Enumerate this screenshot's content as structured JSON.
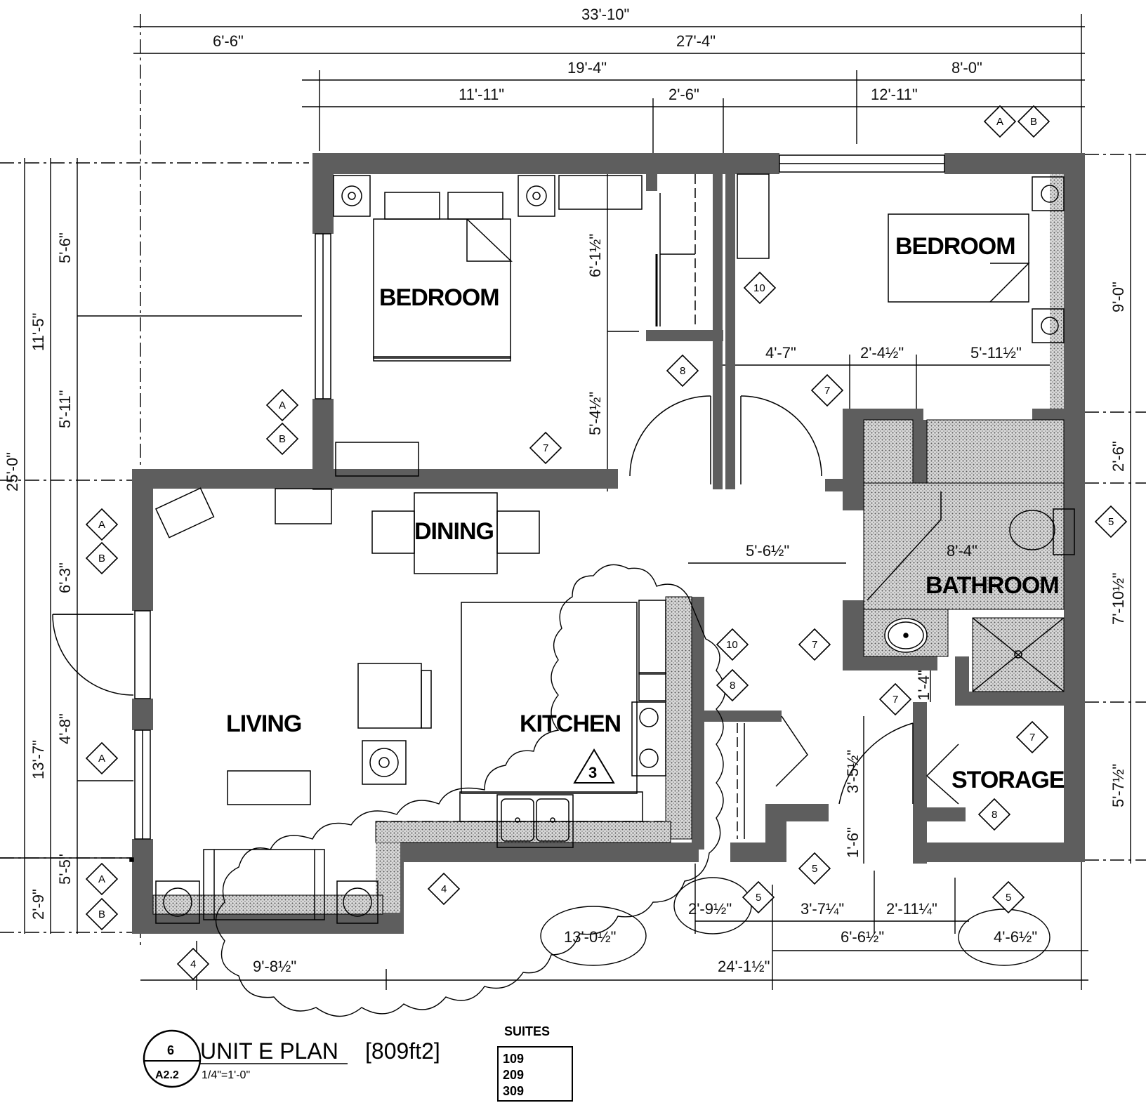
{
  "rooms": {
    "bedroom1": "BEDROOM",
    "bedroom2": "BEDROOM",
    "dining": "DINING",
    "living": "LIVING",
    "kitchen": "KITCHEN",
    "bathroom": "BATHROOM",
    "storage": "STORAGE"
  },
  "dimensions": {
    "overall_width": "33'-10\"",
    "left_offset": "6'-6\"",
    "right_width": "27'-4\"",
    "mid_width": "19'-4\"",
    "right_part": "8'-0\"",
    "d_11_11": "11'-11\"",
    "d_2_6_top": "2'-6\"",
    "d_12_11": "12'-11\"",
    "left_overall": "25'-0\"",
    "left_upper": "11'-5\"",
    "left_lower": "13'-7\"",
    "left_5_6": "5'-6\"",
    "left_5_11": "5'-11\"",
    "left_6_3": "6'-3\"",
    "left_4_8": "4'-8\"",
    "left_5_5": "5'-5\"",
    "left_2_9": "2'-9\"",
    "right_9_0": "9'-0\"",
    "right_2_6": "2'-6\"",
    "right_7_10": "7'-10½\"",
    "right_5_7": "5'-7½\"",
    "inner_6_1": "6'-1½\"",
    "inner_5_4": "5'-4½\"",
    "inner_4_7": "4'-7\"",
    "inner_2_4": "2'-4½\"",
    "inner_5_11": "5'-11½\"",
    "inner_5_6": "5'-6½\"",
    "inner_8_4": "8'-4\"",
    "inner_1_4": "1'-4\"",
    "inner_3_5": "3'-5½\"",
    "inner_1_6": "1'-6\"",
    "bottom_2_9": "2'-9½\"",
    "bottom_3_7": "3'-7¼\"",
    "bottom_2_11": "2'-11¼\"",
    "bottom_13_0": "13'-0½\"",
    "bottom_6_6": "6'-6½\"",
    "bottom_4_6": "4'-6½\"",
    "bottom_9_8": "9'-8½\"",
    "bottom_24_1": "24'-1½\""
  },
  "tags": {
    "a": "A",
    "b": "B",
    "t4": "4",
    "t5": "5",
    "t7": "7",
    "t8": "8",
    "t10": "10",
    "rev": "3"
  },
  "title_block": {
    "detail_number": "6",
    "sheet": "A2.2",
    "title": "UNIT  E  PLAN",
    "area": "[809ft2]",
    "scale": "1/4\"=1'-0\"",
    "suites_label": "SUITES",
    "suites": [
      "109",
      "209",
      "309"
    ]
  }
}
